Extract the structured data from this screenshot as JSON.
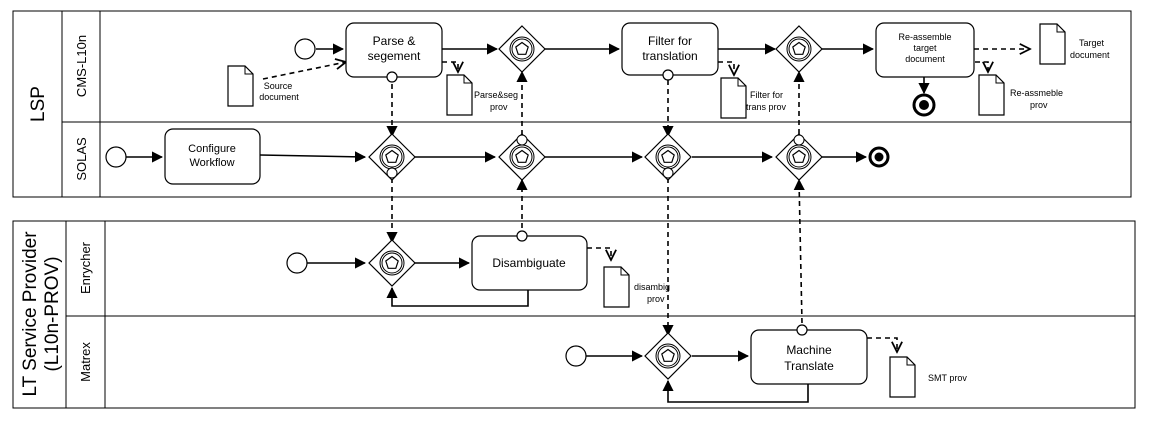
{
  "pools": [
    {
      "label": "LSP"
    },
    {
      "label_line1": "LT Service Provider",
      "label_line2": "(L10n-PROV)"
    }
  ],
  "lanes": [
    "CMS-L10n",
    "SOLAS",
    "Enrycher",
    "Matrex"
  ],
  "tasks": {
    "parse": [
      "Parse &",
      "segement"
    ],
    "filter": [
      "Filter for",
      "translation"
    ],
    "reassemble": [
      "Re-assemble",
      "target",
      "document"
    ],
    "configure": [
      "Configure",
      "Workflow"
    ],
    "disambiguate": [
      "Disambiguate"
    ],
    "mt": [
      "Machine",
      "Translate"
    ]
  },
  "docs": {
    "source": [
      "Source",
      "document"
    ],
    "parse_prov": [
      "Parse&seg",
      "prov"
    ],
    "filter_prov": [
      "Filter for",
      "trans prov"
    ],
    "target": [
      "Target",
      "document"
    ],
    "reassemble_prov": [
      "Re-assmeble",
      "prov"
    ],
    "disambig_prov": [
      "disambig",
      "prov"
    ],
    "smt_prov": [
      "SMT prov"
    ]
  }
}
